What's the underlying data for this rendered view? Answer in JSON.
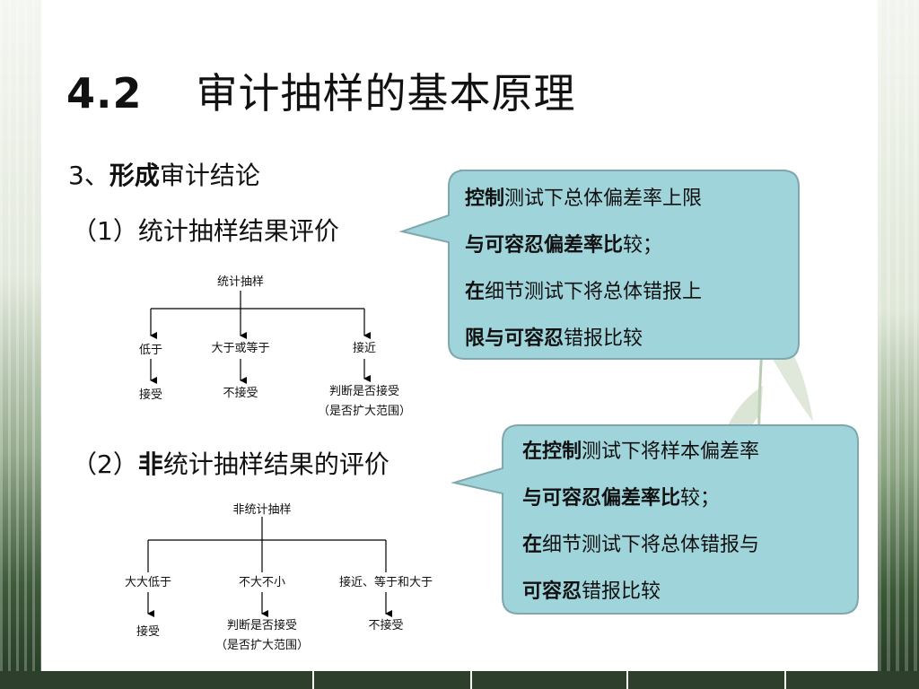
{
  "slide": {
    "title_number": "4.2",
    "title_text": "审计抽样的基本原理",
    "section": {
      "prefix": "3、",
      "bold": "形成",
      "rest": "审计结论"
    },
    "item1": "（1）统计抽样结果评价",
    "item2": {
      "prefix": "（2）",
      "bold": "非",
      "rest": "统计抽样结果的评价"
    }
  },
  "diagram1": {
    "root": "统计抽样",
    "branches": [
      {
        "label": "低于",
        "result": "接受"
      },
      {
        "label": "大于或等于",
        "result": "不接受"
      },
      {
        "label": "接近",
        "result": "判断是否接受",
        "note": "（是否扩大范围）"
      }
    ]
  },
  "diagram2": {
    "root": "非统计抽样",
    "branches": [
      {
        "label": "大大低于",
        "result": "接受"
      },
      {
        "label": "不大不小",
        "result": "判断是否接受",
        "note": "（是否扩大范围）"
      },
      {
        "label": "接近、等于和大于",
        "result": "不接受"
      }
    ]
  },
  "callout1": {
    "lines": [
      {
        "bold": "控制",
        "rest": "测试下总体偏差率上限"
      },
      {
        "bold": "与可容忍偏差率比",
        "rest": "较；"
      },
      {
        "bold": "在",
        "rest": "细节测试下将总体错报上"
      },
      {
        "bold": "限与可容忍",
        "rest": "错报比较"
      }
    ]
  },
  "callout2": {
    "lines": [
      {
        "bold": "在控制",
        "rest": "测试下将样本偏差率"
      },
      {
        "bold": "与可容忍偏差率比",
        "rest": "较；"
      },
      {
        "bold": "在",
        "rest": "细节测试下将总体错报与"
      },
      {
        "bold": "可容忍",
        "rest": "错报比较"
      }
    ]
  },
  "colors": {
    "callout_fill": "#9fd4db",
    "callout_stroke": "#7fa7ad",
    "accent_green": "#3d5a3a"
  }
}
